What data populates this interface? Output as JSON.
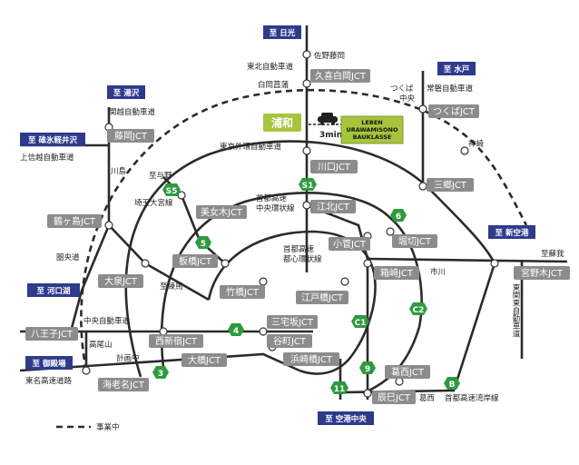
{
  "colors": {
    "road": "#2b2b2b",
    "jct_box": "#8c8c8c",
    "dest_box": "#2e3a8c",
    "route_shield": "#2e9a3f",
    "highlight": "#a7c53c",
    "urawa_box": "#a7c53c"
  },
  "destinations": {
    "nikko": "至 日光",
    "mito": "至 水戸",
    "yuzawa": "至 湯沢",
    "karuizawa": "至 碓氷軽井沢",
    "shinkuko": "至 新空港",
    "kawaguchiko": "至 河口湖",
    "gotemba": "至 御殿場",
    "kukochuo": "至 空港中央"
  },
  "place_labels": {
    "sanofujioka": "佐野藤岡",
    "tohoku_exp": "東北自動車道",
    "shiraoka": "白岡菖蒲",
    "tsukuba": "つくば",
    "chuo_small": "中央",
    "joban_exp": "常磐自動車道",
    "kanetsu_exp": "関越自動車道",
    "shinetsu_exp": "上信越自動車道",
    "gaikan": "東京外環自動車道",
    "kamisato": "神崎",
    "kawashima": "川島",
    "yono": "至与野",
    "saitama_omiya": "埼玉大宮線",
    "shuto_chuo1": "首都高速",
    "shuto_chuo2": "中央環状線",
    "shuto_toshin1": "首都高速",
    "shuto_toshin2": "都心環状線",
    "kenodo": "圏央道",
    "nerima": "至練馬",
    "chuo_exp": "中央自動車道",
    "takaosan": "高尾山",
    "keikakuchu": "計画中",
    "tomei_exp": "東名高速道路",
    "ichikawa": "市川",
    "soga": "至蘇我",
    "higashi_kanto": "東関東自動車道",
    "kasai": "葛西",
    "wangan": "首都高速湾岸線",
    "legend": "事業中"
  },
  "jct_boxes": {
    "kuki": "久喜白岡JCT",
    "tsukuba_jct": "つくばJCT",
    "fujioka": "藤岡JCT",
    "kawaguchi": "川口JCT",
    "misato": "三郷JCT",
    "tsurugashima": "鶴ヶ島JCT",
    "bijogi": "美女木JCT",
    "kohoku": "江北JCT",
    "kosuge": "小菅JCT",
    "horikiri": "堀切JCT",
    "oizumi": "大泉JCT",
    "itabashi": "板橋JCT",
    "hakozaki": "箱崎JCT",
    "miyanogi": "宮野木JCT",
    "takebashi": "竹橋JCT",
    "edobashi": "江戸橋JCT",
    "hachioji": "八王子JCT",
    "miyakezaka": "三宅坂JCT",
    "nishishinjuku": "西新宿JCT",
    "tanimachi": "谷町JCT",
    "ohashi": "大橋JCT",
    "hamazakibashi": "浜崎橋JCT",
    "ebina": "海老名JCT",
    "kasai_jct": "葛西JCT",
    "tatsumi": "辰巳JCT"
  },
  "urawa": {
    "station": "浦和",
    "time": "3min.",
    "building_line1": "LEBEN",
    "building_line2": "URAWAMISONO",
    "building_line3": "BAUKLASSE"
  },
  "shields": {
    "s1": "S1",
    "s5": "S5",
    "r6": "6",
    "r5": "5",
    "c1": "C1",
    "c2": "C2",
    "r4": "4",
    "r9": "9",
    "r3": "3",
    "rB": "B",
    "r11": "11"
  }
}
